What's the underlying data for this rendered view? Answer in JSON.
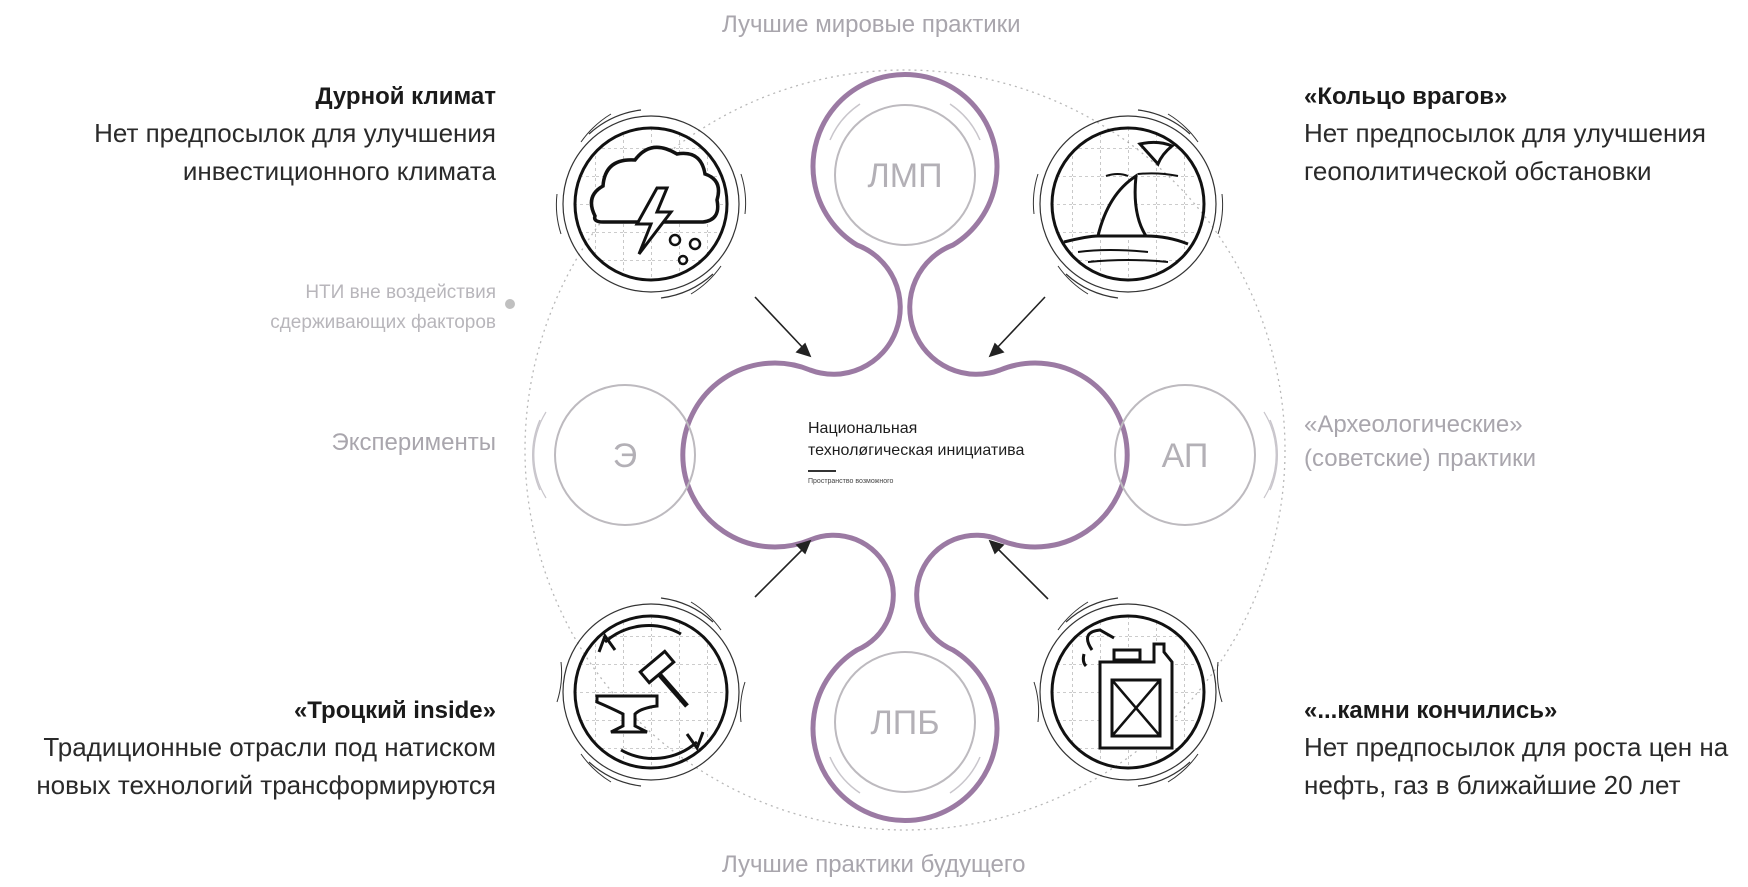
{
  "top_caption": "Лучшие мировые практики",
  "bottom_caption": "Лучшие практики будущего",
  "center": {
    "title_line1": "Национальная",
    "title_line2": "технолøгическая инициатива",
    "subtitle": "Пространство возможного"
  },
  "inner_nodes": {
    "top": "ЛМП",
    "bottom": "ЛПБ",
    "left": "Э",
    "right": "АП"
  },
  "side_labels": {
    "left": "Эксперименты",
    "right_line1": "«Археологические»",
    "right_line2": "(советские) практики",
    "nti_line1": "НТИ вне воздействия",
    "nti_line2": "сдерживающих факторов"
  },
  "factors": {
    "top_left": {
      "title": "Дурной климат",
      "desc_line1": "Нет предпосылок для улучшения",
      "desc_line2": "инвестиционного климата",
      "icon": "storm-cloud-icon"
    },
    "top_right": {
      "title": "«Кольцо врагов»",
      "desc_line1": "Нет предпосылок для улучшения",
      "desc_line2": "геополитической обстановки",
      "icon": "shark-fin-icon"
    },
    "bottom_left": {
      "title": "«Троцкий inside»",
      "desc_line1": "Традиционные отрасли под натиском",
      "desc_line2": "новых технологий трансформируются",
      "icon": "anvil-hammer-icon"
    },
    "bottom_right": {
      "title": "«...камни кончились»",
      "desc_line1": "Нет предпосылок для роста цен на",
      "desc_line2": "нефть, газ в ближайшие 20 лет",
      "icon": "fuel-canister-icon"
    }
  },
  "colors": {
    "accent_purple": "#9b7aa3",
    "inner_grey": "#b3b0b6",
    "ink": "#1a1a1a",
    "caption_grey": "#a9a6ad"
  }
}
